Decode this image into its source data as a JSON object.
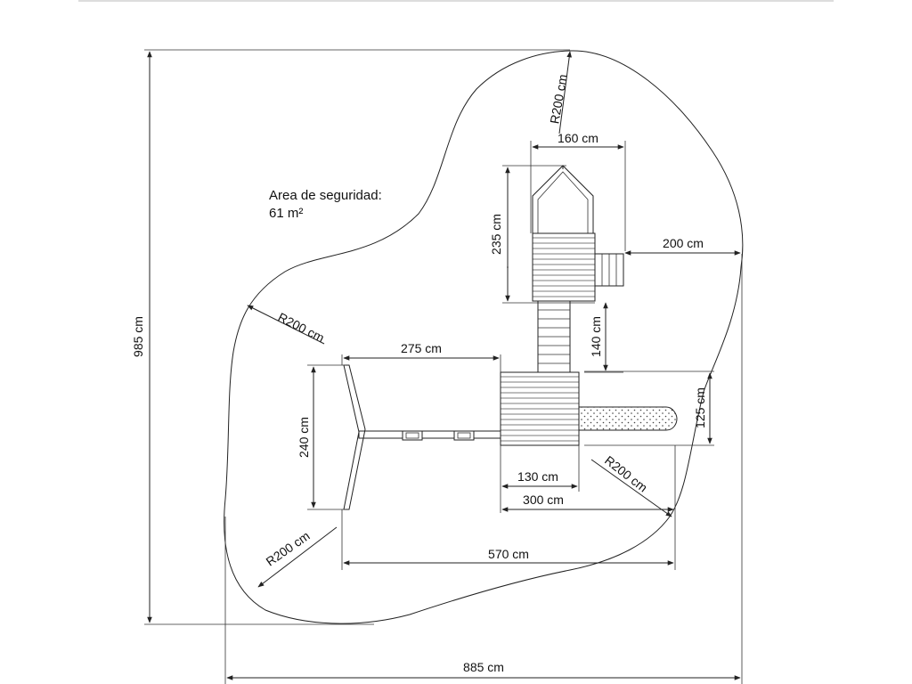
{
  "safety_area": {
    "label": "Area de seguridad:",
    "value": "61 m²"
  },
  "dims": {
    "overall_width": "885 cm",
    "overall_height": "985 cm",
    "width_570": "570 cm",
    "width_300": "300 cm",
    "width_130": "130 cm",
    "width_275": "275 cm",
    "height_240": "240 cm",
    "tower_height": "235 cm",
    "tower_width": "160 cm",
    "clearance_200": "200 cm",
    "ladder_140": "140 cm",
    "slide_125": "125 cm"
  },
  "radii": {
    "top": "R200 cm",
    "left": "R200 cm",
    "bottom_left": "R200 cm",
    "right": "R200 cm"
  }
}
